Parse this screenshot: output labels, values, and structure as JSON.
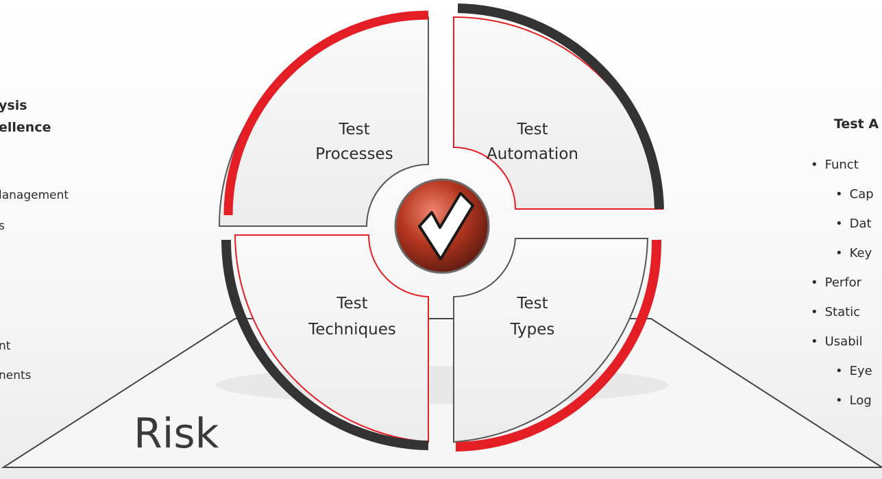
{
  "quadrants": {
    "top_left": {
      "line1": "Test",
      "line2": "Processes"
    },
    "top_right": {
      "line1": "Test",
      "line2": "Automation"
    },
    "bottom_left": {
      "line1": "Test",
      "line2": "Techniques"
    },
    "bottom_right": {
      "line1": "Test",
      "line2": "Types"
    }
  },
  "base_label": "Risk",
  "left_panel": {
    "heading_line1": "ysis",
    "heading_line2": "ellence",
    "items": [
      "lanagement",
      "s",
      "nt",
      "nents"
    ]
  },
  "right_panel": {
    "heading": "Test A",
    "items": [
      "Funct",
      "Cap",
      "Dat",
      "Key",
      "Perfor",
      "Static",
      "Usabil",
      "Eye",
      "Log"
    ]
  },
  "colors": {
    "accent_red": "#e31e24",
    "dark_gray": "#333333",
    "card_fill": "#f3f3f3"
  },
  "icons": {
    "center": "checkmark-icon"
  }
}
